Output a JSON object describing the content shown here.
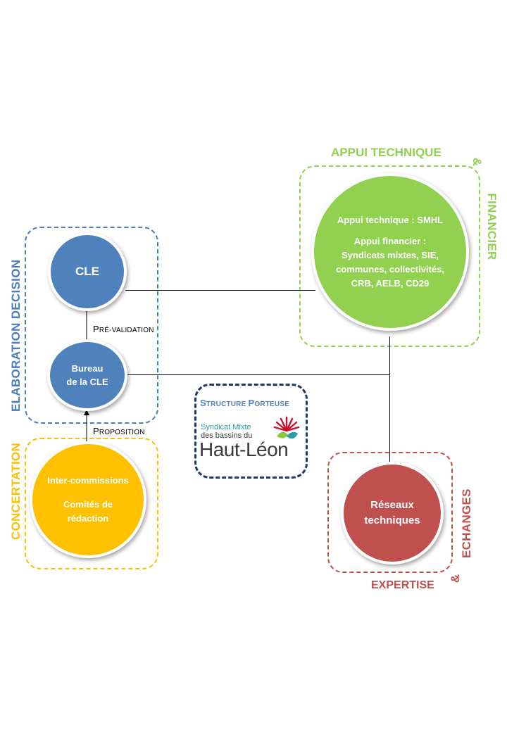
{
  "labels": {
    "appui_technique": "APPUI TECHNIQUE",
    "appui_amp": "&",
    "financier": "FINANCIER",
    "elaboration_decision": "ELABORATION DECISION",
    "concertation": "CONCERTATION",
    "echanges": "ECHANGES",
    "echanges_amp": "&",
    "expertise": "EXPERTISE",
    "pre_validation_first": "P",
    "pre_validation_rest": "RÉ-VALIDATION",
    "proposition_first": "P",
    "proposition_rest": "ROPOSITION"
  },
  "nodes": {
    "cle": "CLE",
    "bureau_line1": "Bureau",
    "bureau_line2": "de la CLE",
    "inter_line1": "Inter-commissions",
    "inter_line2": "Comités de",
    "inter_line3": "rédaction",
    "appui_line1": "Appui technique : SMHL",
    "appui_line2": "Appui financier :",
    "appui_line3": "Syndicats mixtes, SIE,",
    "appui_line4": "communes, collectivités,",
    "appui_line5": "CRB, AELB, CD29",
    "reseaux_line1": "Réseaux",
    "reseaux_line2": "techniques"
  },
  "structure": {
    "title_s": "S",
    "title_tructure": "TRUCTURE",
    "title_p": "P",
    "title_orteuse": "ORTEUSE",
    "logo_line1": "Syndicat Mixte",
    "logo_line2": "des bassins du",
    "logo_line3": "Haut-Léon"
  },
  "colors": {
    "blue": "#4F81BD",
    "blue_text": "#4A7EBB",
    "green": "#92D050",
    "orange": "#FFC000",
    "red": "#C0504D",
    "navy": "#1F3864"
  }
}
